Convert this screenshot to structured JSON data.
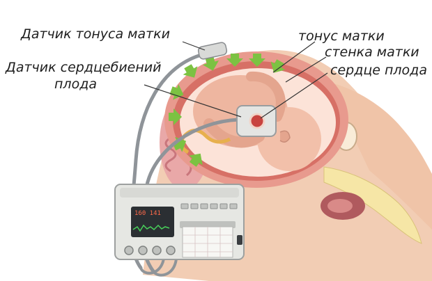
{
  "labels": {
    "uterine_tone_sensor": "Датчик тонуса матки",
    "fetal_heart_sensor_line1": "Датчик сердцебиений",
    "fetal_heart_sensor_line2": "плода",
    "uterine_tone": "тонус матки",
    "uterine_wall": "стенка матки",
    "fetal_heart": "сердце плода"
  },
  "monitor": {
    "display_reading": "160 141"
  },
  "colors": {
    "skin": "#f2cdb4",
    "uterine_wall": "#e89a8e",
    "amniotic": "#fce3d8",
    "fetus": "#eeb6a0",
    "arrows": "#7cc242",
    "device": "#e6e7e3",
    "screen": "#2b2f33",
    "trace": "#48d05a",
    "leader_line": "#333333"
  },
  "icons": [
    "contraction-arrow-icon",
    "heart-sensor-icon",
    "tone-sensor-icon",
    "monitor-device-icon"
  ]
}
